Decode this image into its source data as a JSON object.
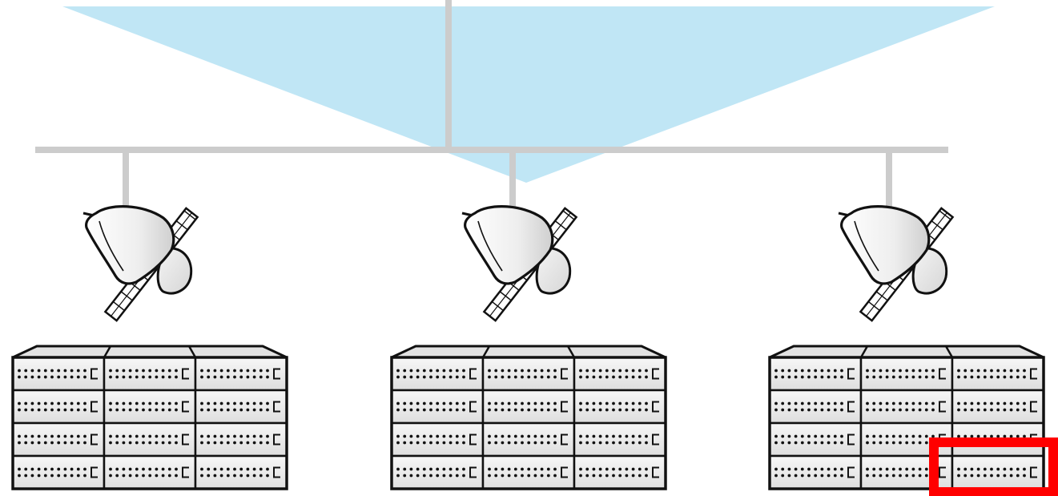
{
  "diagram": {
    "colors": {
      "coverage_beam": "#c0e6f5",
      "connector": "#cccccc",
      "outline": "#111111",
      "server_fill": "#eeeeee",
      "server_top": "#e2e2e2",
      "highlight": "#ff0000"
    },
    "satellites": [
      {
        "label": "",
        "icon": "satellite-icon"
      },
      {
        "label": "",
        "icon": "satellite-icon"
      },
      {
        "label": "",
        "icon": "satellite-icon"
      }
    ],
    "server_racks": [
      {
        "rows": 4,
        "columns": 3
      },
      {
        "rows": 4,
        "columns": 3
      },
      {
        "rows": 4,
        "columns": 3
      }
    ],
    "highlighted_unit": {
      "rack": 3,
      "row": 4,
      "column": 3
    }
  }
}
